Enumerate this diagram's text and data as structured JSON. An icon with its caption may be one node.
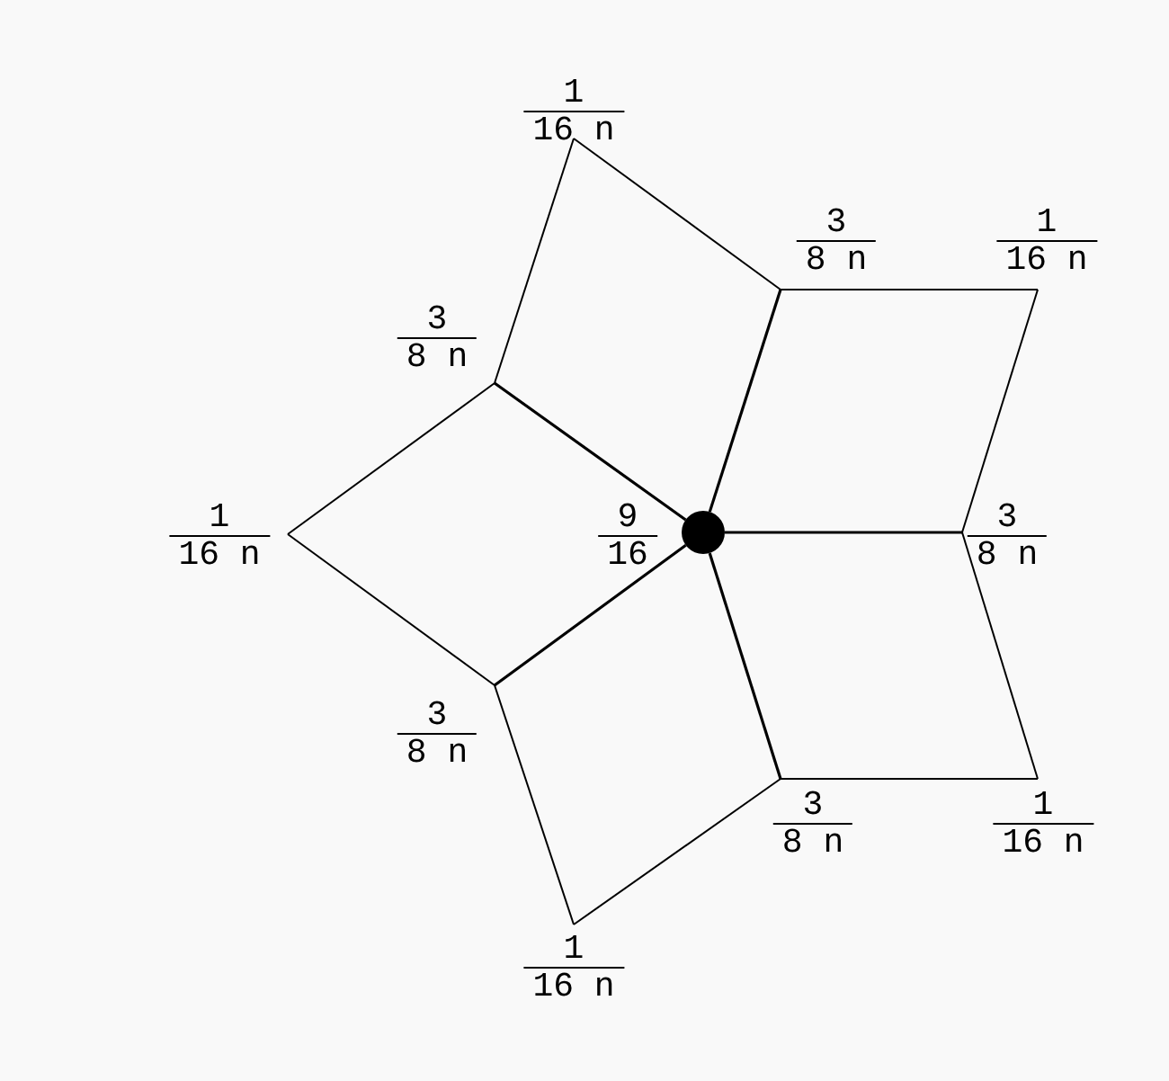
{
  "diagram": {
    "nodes": [
      {
        "text": [
          "1",
          "16 n"
        ]
      },
      {
        "text": [
          "3",
          "8 n"
        ]
      },
      {
        "text": [
          "1",
          "16 n"
        ]
      },
      {
        "text": [
          "3",
          "8 n"
        ]
      },
      {
        "text": [
          "1",
          "16 n"
        ]
      },
      {
        "text": [],
        "shape": "circle",
        "beside": [
          "9",
          "16"
        ]
      },
      {
        "text": [
          "3",
          "8 n"
        ]
      },
      {
        "text": [
          "3",
          "8 n"
        ]
      },
      {
        "text": [
          "3",
          "8 n"
        ]
      },
      {
        "text": [
          "1",
          "16 n"
        ]
      },
      {
        "text": [
          "1",
          "16 n"
        ]
      }
    ],
    "edges": [
      {
        "from": 5,
        "to": 1,
        "arrow": "none"
      },
      {
        "from": 5,
        "to": 6,
        "arrow": "none"
      },
      {
        "from": 5,
        "to": 8,
        "arrow": "none"
      },
      {
        "from": 5,
        "to": 7,
        "arrow": "none"
      },
      {
        "from": 5,
        "to": 3,
        "arrow": "none"
      },
      {
        "from": 1,
        "to": 0,
        "arrow": "none"
      },
      {
        "from": 0,
        "to": 3,
        "arrow": "none"
      },
      {
        "from": 1,
        "to": 2,
        "arrow": "none"
      },
      {
        "from": 2,
        "to": 6,
        "arrow": "none"
      },
      {
        "from": 6,
        "to": 9,
        "arrow": "none"
      },
      {
        "from": 9,
        "to": 8,
        "arrow": "none"
      },
      {
        "from": 8,
        "to": 10,
        "arrow": "none"
      },
      {
        "from": 10,
        "to": 7,
        "arrow": "none"
      },
      {
        "from": 7,
        "to": 4,
        "arrow": "none"
      },
      {
        "from": 4,
        "to": 3,
        "arrow": "none"
      }
    ]
  }
}
